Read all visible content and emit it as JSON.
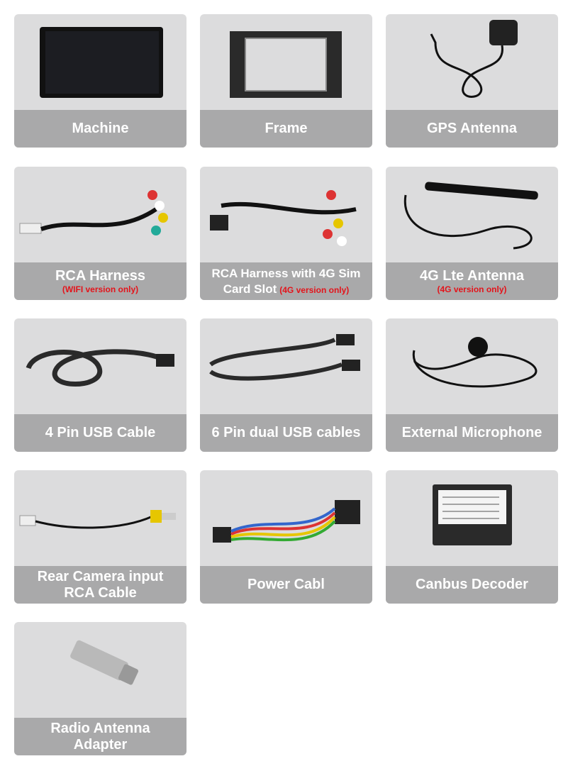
{
  "items": [
    {
      "title": "Machine",
      "icon": "head-unit-icon"
    },
    {
      "title": "Frame",
      "icon": "frame-icon"
    },
    {
      "title": "GPS Antenna",
      "icon": "gps-antenna-icon"
    },
    {
      "title": "RCA Harness",
      "note": "(WIFI version only)",
      "icon": "rca-harness-icon"
    },
    {
      "title": "RCA Harness with 4G Sim",
      "title2": "Card Slot",
      "note": "(4G version only)",
      "icon": "rca-harness-4g-icon"
    },
    {
      "title": "4G Lte Antenna",
      "note": "(4G version only)",
      "icon": "lte-antenna-icon"
    },
    {
      "title": "4 Pin USB Cable",
      "icon": "usb-cable-icon"
    },
    {
      "title": "6 Pin dual USB cables",
      "icon": "dual-usb-cable-icon"
    },
    {
      "title": "External Microphone",
      "icon": "microphone-icon"
    },
    {
      "title": "Rear Camera input",
      "title2": "RCA Cable",
      "icon": "camera-rca-cable-icon"
    },
    {
      "title": "Power Cabl",
      "icon": "power-cable-icon"
    },
    {
      "title": "Canbus Decoder",
      "icon": "canbus-decoder-icon"
    },
    {
      "title": "Radio Antenna",
      "title2": "Adapter",
      "icon": "antenna-adapter-icon"
    }
  ],
  "colors": {
    "card": "#dcdcdd",
    "band": "#a9a9aa",
    "note": "#e3141b"
  }
}
